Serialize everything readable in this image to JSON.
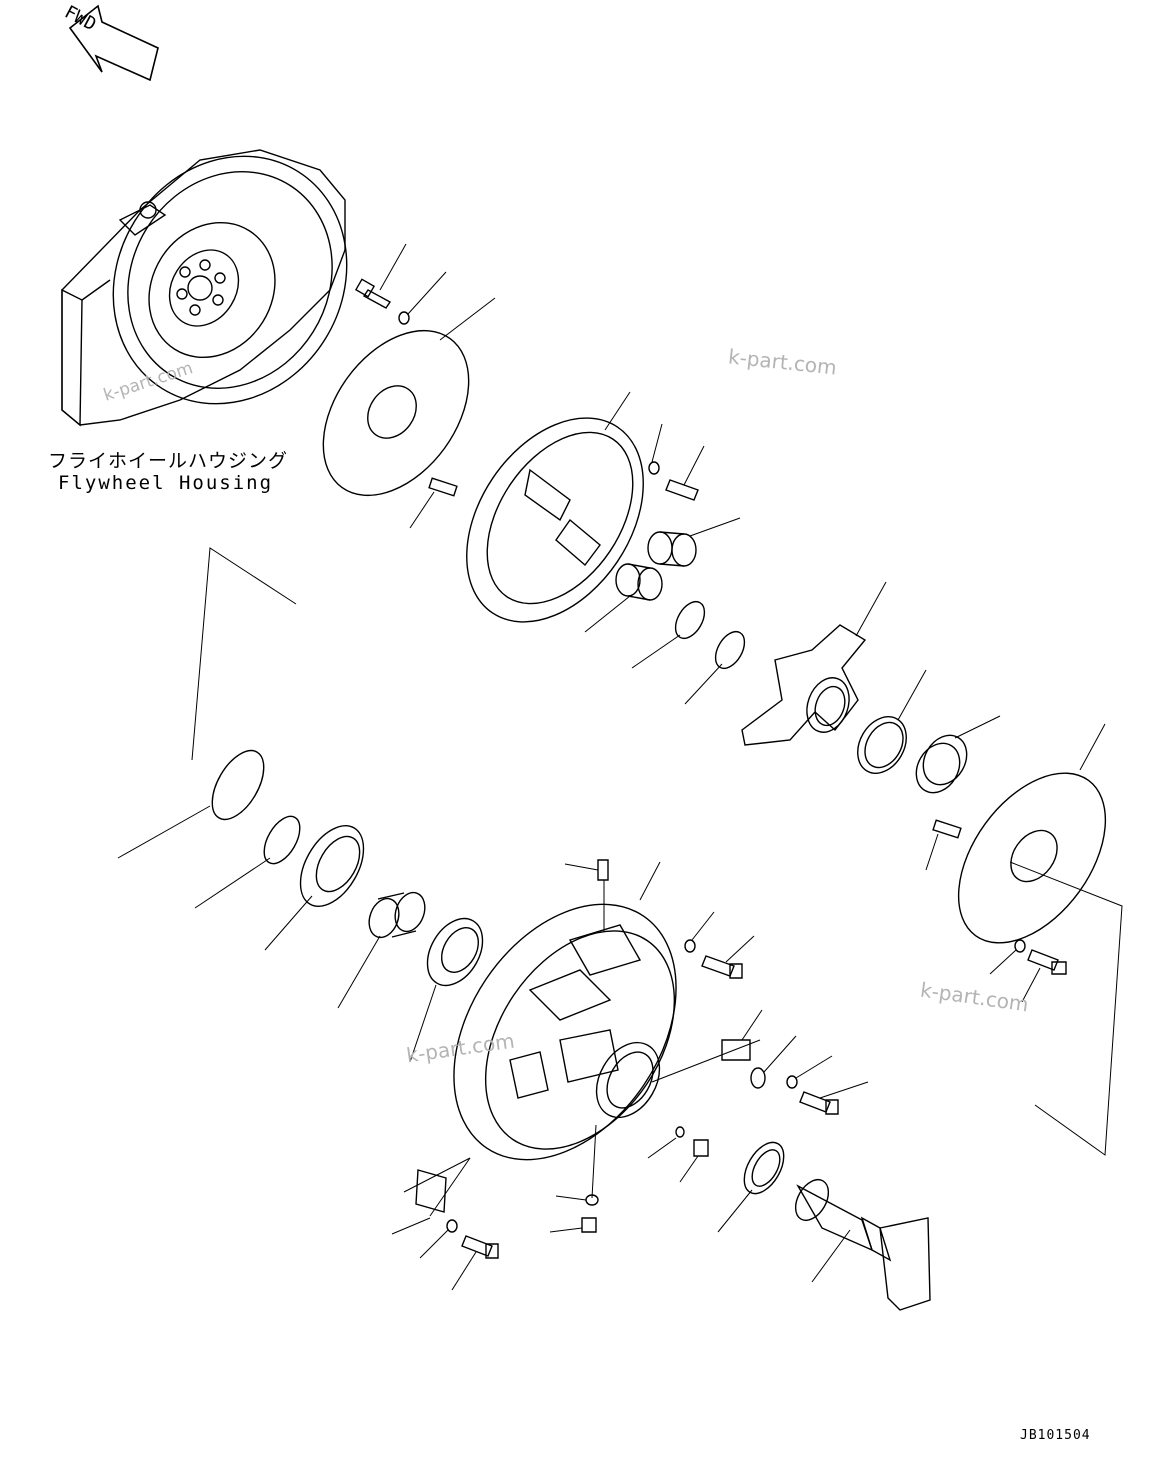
{
  "labels": {
    "direction": "FWD",
    "housing_jp": "フライホイールハウジング",
    "housing_en": "Flywheel Housing",
    "drawing_code": "JB101504"
  },
  "watermarks": [
    "k-part.com",
    "k-part.com",
    "k-part.com",
    "k-part.com"
  ],
  "colors": {
    "line": "#000000",
    "watermark": "#b4b4b4",
    "background": "#ffffff"
  }
}
